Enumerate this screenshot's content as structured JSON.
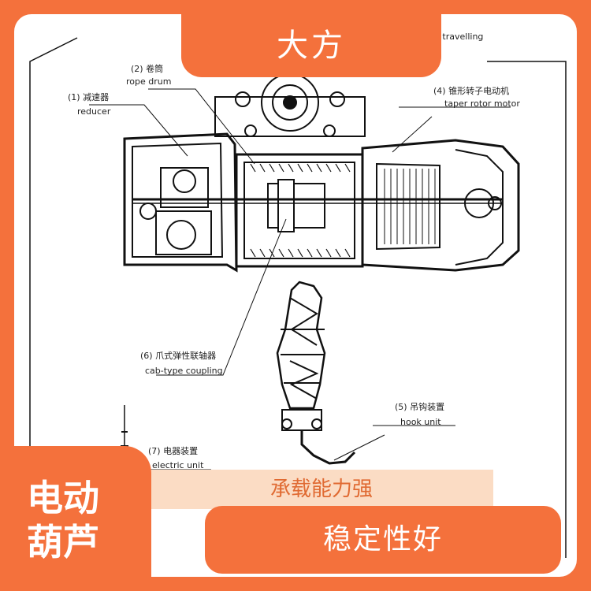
{
  "header": {
    "title": "大方"
  },
  "product": {
    "line1": "电动",
    "line2": "葫芦"
  },
  "features": {
    "primary": "承载能力强",
    "secondary": "稳定性好"
  },
  "diagram": {
    "labels": {
      "travelling": "tric travelling",
      "rope_drum_cn": "(2) 卷筒",
      "rope_drum_en": "rope drum",
      "reducer_cn": "(1) 减速器",
      "reducer_en": "reducer",
      "motor_cn": "(4) 锥形转子电动机",
      "motor_en": "taper rotor motor",
      "coupling_cn": "(6) 爪式弹性联轴器",
      "coupling_en": "cab-type coupling",
      "hook_cn": "(5) 吊钩装置",
      "hook_en": "hook unit",
      "electric_cn": "(7) 电器装置",
      "electric_en": "electric unit"
    }
  },
  "colors": {
    "brand_orange": "#f4713c",
    "light_orange": "#fbdcc4",
    "text_orange": "#e06a32",
    "white": "#ffffff"
  }
}
